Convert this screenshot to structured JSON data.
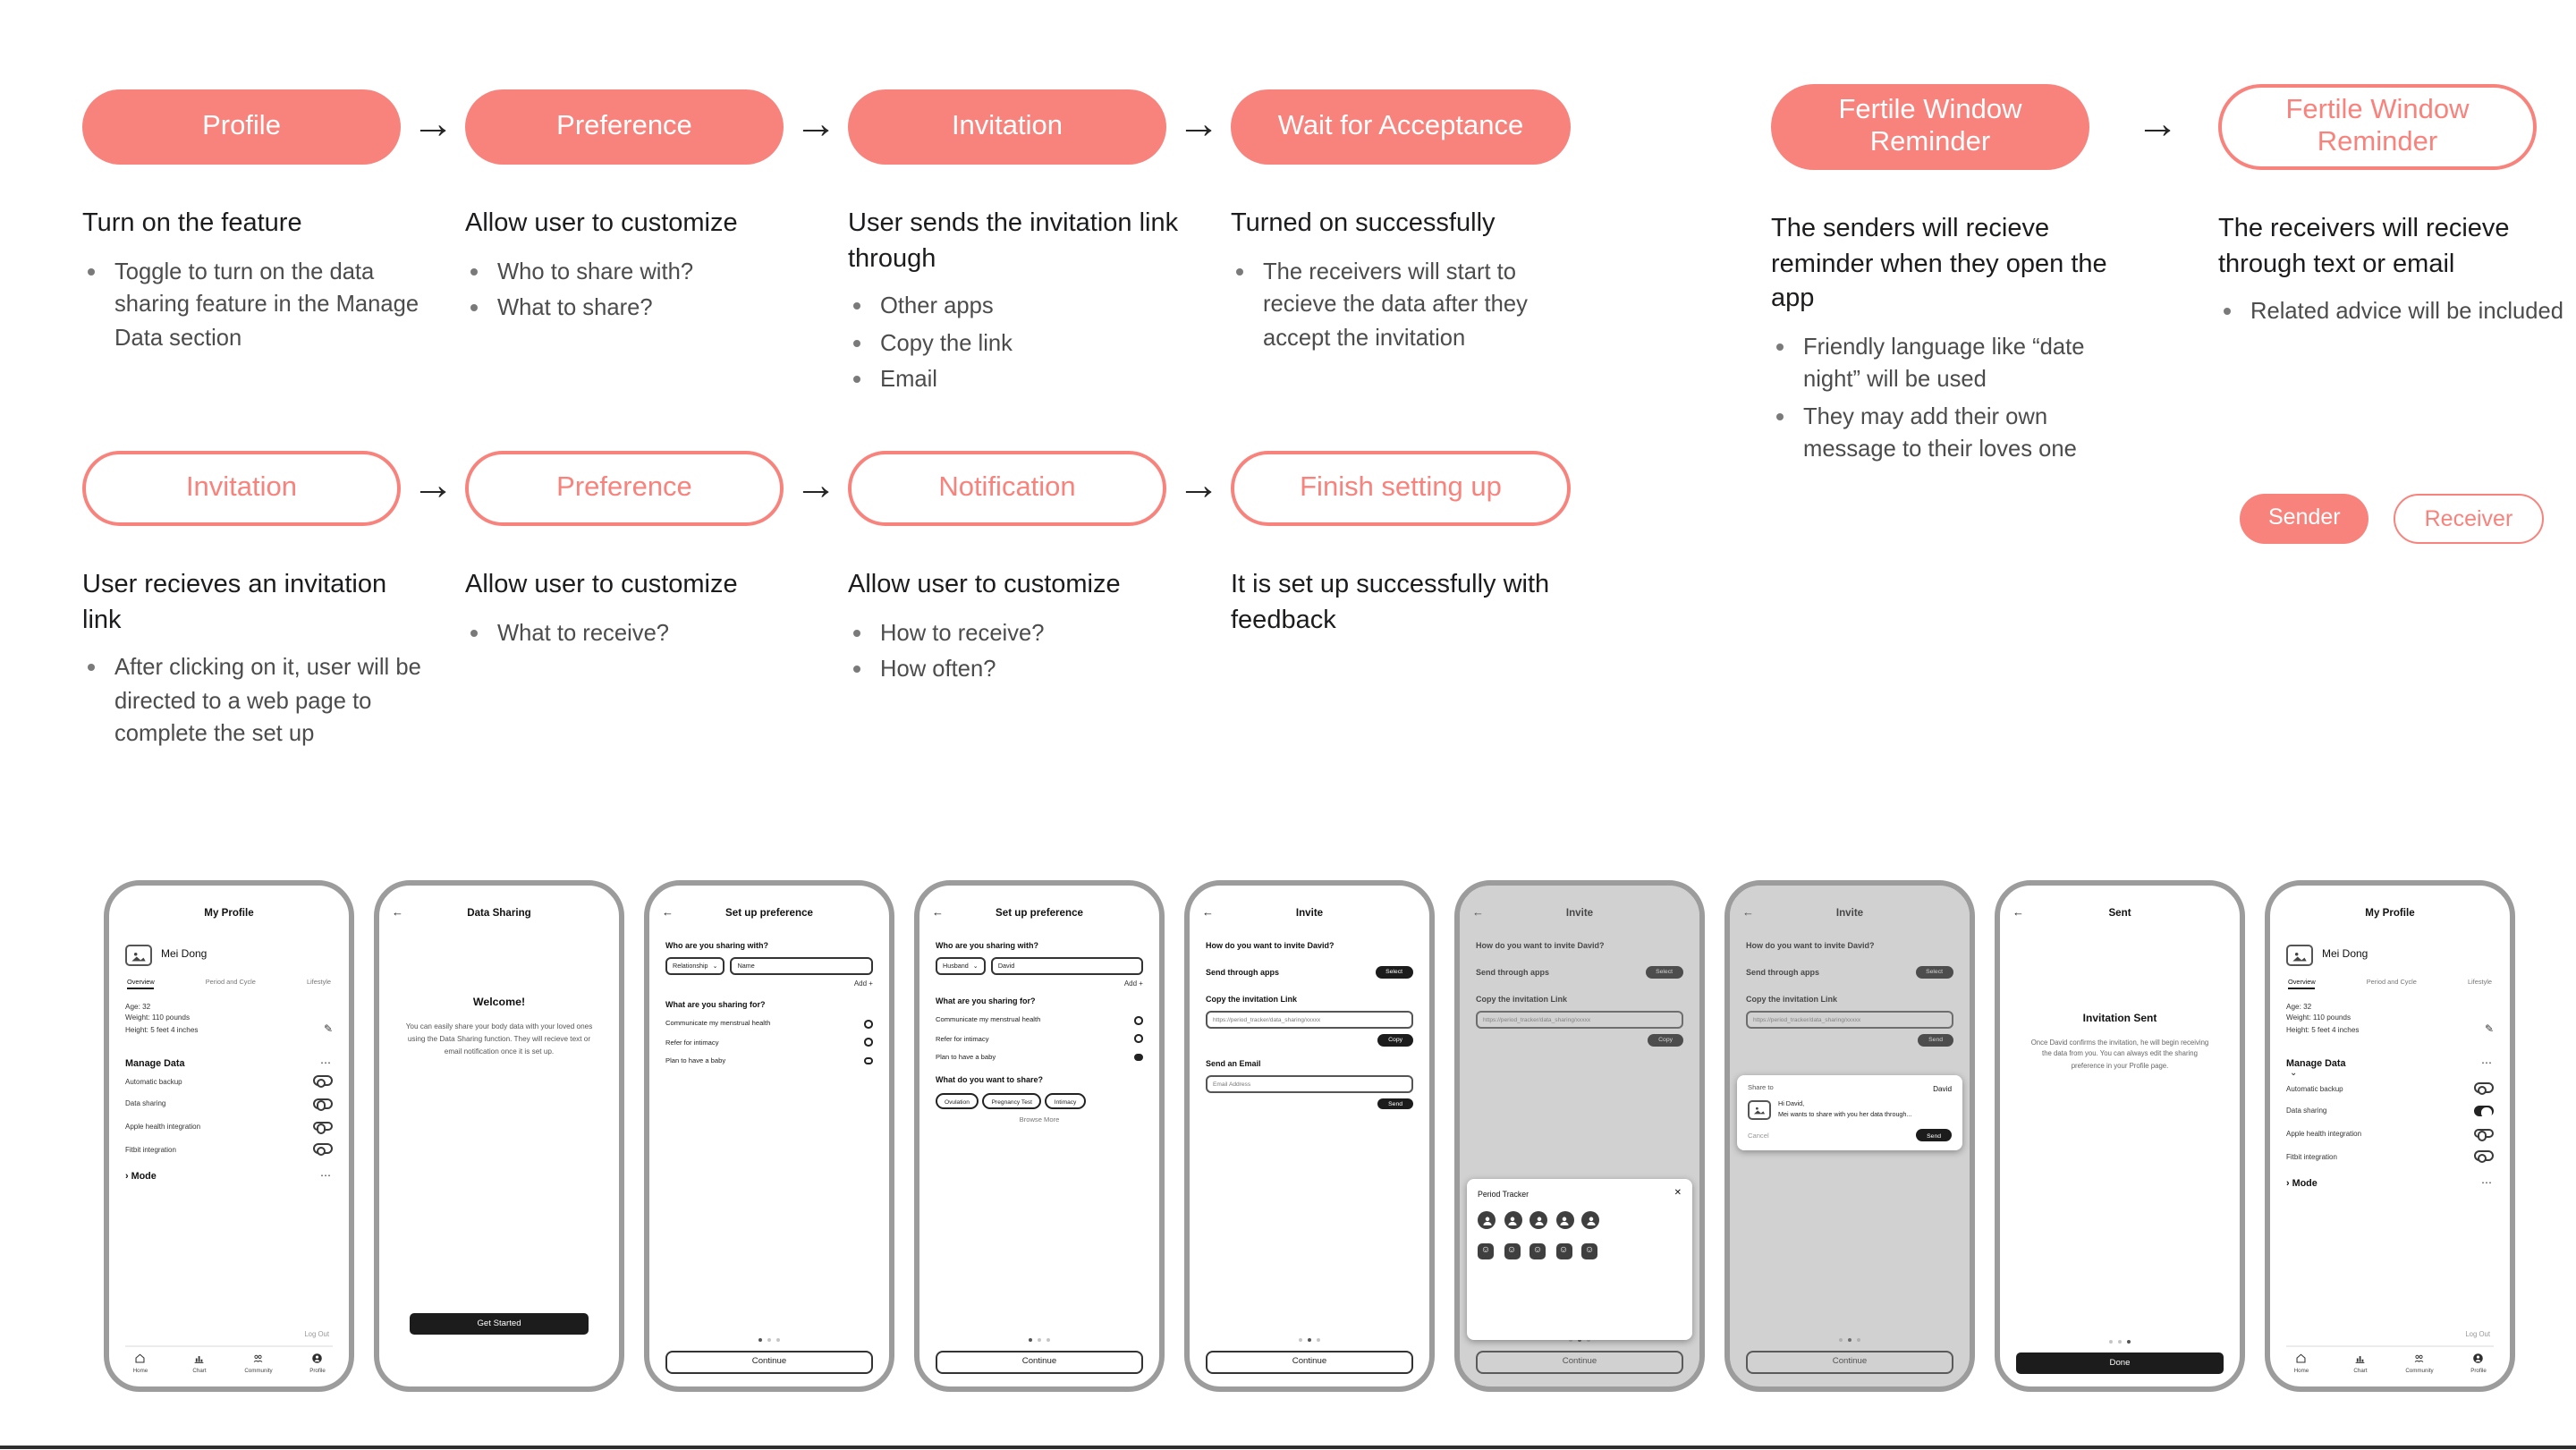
{
  "colors": {
    "accent": "#F8837D",
    "accent_style": "--accent:#F8837D"
  },
  "icons": {
    "arrow_right": "→",
    "back": "←",
    "caret": "⌄",
    "expand": "⌄",
    "ellipsis": "⋯",
    "edit": "✎",
    "chevron": "›",
    "close": "✕",
    "smiley": "☺"
  },
  "row1": {
    "steps": [
      {
        "label": "Profile",
        "heading": "Turn on the feature",
        "bullets": [
          "Toggle to turn on the data sharing feature in the Manage Data section"
        ]
      },
      {
        "label": "Preference",
        "heading": "Allow user to customize",
        "bullets": [
          "Who to share with?",
          "What to share?"
        ]
      },
      {
        "label": "Invitation",
        "heading": "User sends the invitation link through",
        "bullets": [
          "Other apps",
          "Copy the link",
          "Email"
        ]
      },
      {
        "label": "Wait for Acceptance",
        "heading": "Turned on successfully",
        "bullets": [
          "The receivers will start to recieve the data after they accept the invitation"
        ]
      }
    ]
  },
  "reminder": {
    "sender": {
      "label": "Fertile Window Reminder",
      "heading": "The senders will recieve reminder when they open the app",
      "bullets": [
        "Friendly language like “date night” will be used",
        "They may add their own message to their loves one"
      ]
    },
    "receiver": {
      "label": "Fertile Window Reminder",
      "heading": "The receivers will recieve through text or email",
      "bullets": [
        "Related advice will be included"
      ]
    },
    "legend": {
      "sender": "Sender",
      "receiver": "Receiver"
    }
  },
  "row2": {
    "steps": [
      {
        "label": "Invitation",
        "heading": "User recieves an invitation link",
        "bullets": [
          "After clicking on it, user will be directed to a web page to complete the set up"
        ]
      },
      {
        "label": "Preference",
        "heading": "Allow user to customize",
        "bullets": [
          "What to receive?"
        ]
      },
      {
        "label": "Notification",
        "heading": "Allow user to customize",
        "bullets": [
          "How to receive?",
          "How often?"
        ]
      },
      {
        "label": "Finish setting up",
        "heading": "It is set up successfully with feedback",
        "bullets": []
      }
    ]
  },
  "profile": {
    "title": "My Profile",
    "name": "Mei Dong",
    "tabs": {
      "overview": "Overview",
      "period": "Period and Cycle",
      "lifestyle": "Lifestyle"
    },
    "info": {
      "age": "Age: 32",
      "weight": "Weight: 110 pounds",
      "height": "Height: 5 feet 4 inches"
    },
    "manage_data": "Manage Data",
    "toggles": {
      "backup": "Automatic backup",
      "sharing": "Data sharing",
      "apple": "Apple health integration",
      "fitbit": "Fitbit integration"
    },
    "mode": "Mode",
    "logout": "Log Out",
    "nav": {
      "home": "Home",
      "chart": "Chart",
      "community": "Community",
      "profile": "Profile"
    }
  },
  "welcome": {
    "title": "Data Sharing",
    "heading": "Welcome!",
    "body": "You can easily share your body data with your loved ones using the Data Sharing function. They will recieve text or email notification once it is set up.",
    "button": "Get Started"
  },
  "setup": {
    "title": "Set up preference",
    "q_who": "Who are you sharing with?",
    "q_for": "What are you sharing for?",
    "q_share": "What do you want to share?",
    "add": "Add +",
    "options": [
      "Communicate my menstrual health",
      "Refer for intimacy",
      "Plan to have a baby"
    ],
    "chips": [
      "Ovulation",
      "Pregnancy Test",
      "Intimacy"
    ],
    "browse": "Browse More",
    "continue": "Continue",
    "screen1": {
      "relationship": "Relationship",
      "name": "Name"
    },
    "screen2": {
      "relationship": "Husband",
      "name": "David"
    }
  },
  "invite": {
    "title": "Invite",
    "question": "How do you want to invite David?",
    "apps_label": "Send through apps",
    "select": "Select",
    "copy_label": "Copy the invitation Link",
    "link": "https://period_tracker/data_sharing/xxxxx",
    "copy": "Copy",
    "email_label": "Send an Email",
    "email_placeholder": "Email Address",
    "send": "Send",
    "continue": "Continue"
  },
  "sheet": {
    "app": "Period Tracker"
  },
  "dialog": {
    "share_to": "Share to",
    "recipient": "David",
    "message": "Hi David,\nMei wants to share with you her data through...",
    "cancel": "Cancel",
    "send": "Send"
  },
  "sent": {
    "title": "Sent",
    "heading": "Invitation Sent",
    "body": "Once David confirms the invitation, he will begin receiving the data from you. You can always edit the sharing preference in your Profile page.",
    "button": "Done"
  }
}
